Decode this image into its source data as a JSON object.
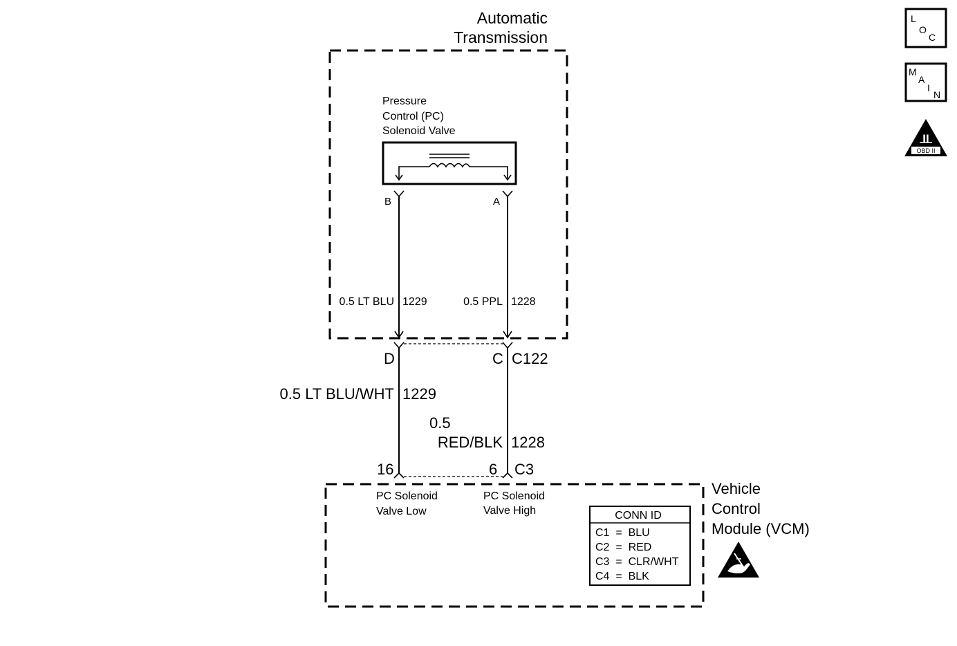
{
  "transmission": {
    "title_line1": "Automatic",
    "title_line2": "Transmission"
  },
  "solenoid": {
    "label_line1": "Pressure",
    "label_line2": "Control (PC)",
    "label_line3": "Solenoid Valve",
    "pin_b": "B",
    "pin_a": "A"
  },
  "wires_inside": {
    "left": {
      "gauge_color": "0.5 LT BLU",
      "circuit": "1229"
    },
    "right": {
      "gauge_color": "0.5 PPL",
      "circuit": "1228"
    }
  },
  "connector_c122": {
    "pin_d": "D",
    "pin_c": "C",
    "id": "C122"
  },
  "wires_outside": {
    "left": {
      "gauge_color": "0.5 LT BLU/WHT",
      "circuit": "1229"
    },
    "right": {
      "gauge_line1": "0.5",
      "gauge_line2": "RED/BLK",
      "circuit": "1228"
    }
  },
  "vcm_connector": {
    "pin_left": "16",
    "pin_right": "6",
    "id": "C3"
  },
  "vcm": {
    "title_line1": "Vehicle",
    "title_line2": "Control",
    "title_line3": "Module (VCM)",
    "pin16_label_line1": "PC Solenoid",
    "pin16_label_line2": "Valve Low",
    "pin6_label_line1": "PC Solenoid",
    "pin6_label_line2": "Valve High"
  },
  "conn_id_table": {
    "header": "CONN ID",
    "rows": [
      "C1  =  BLU",
      "C2  =  RED",
      "C3  =  CLR/WHT",
      "C4  =  BLK"
    ]
  },
  "nav_buttons": {
    "loc": [
      "L",
      "O",
      "C"
    ],
    "main": [
      "M",
      "A",
      "I",
      "N"
    ],
    "obd_roman": "II",
    "obd_label": "OBD II"
  },
  "icons": {
    "esd": "esd-warning-icon",
    "obd": "obd-ii-icon",
    "coil": "solenoid-coil-icon"
  }
}
